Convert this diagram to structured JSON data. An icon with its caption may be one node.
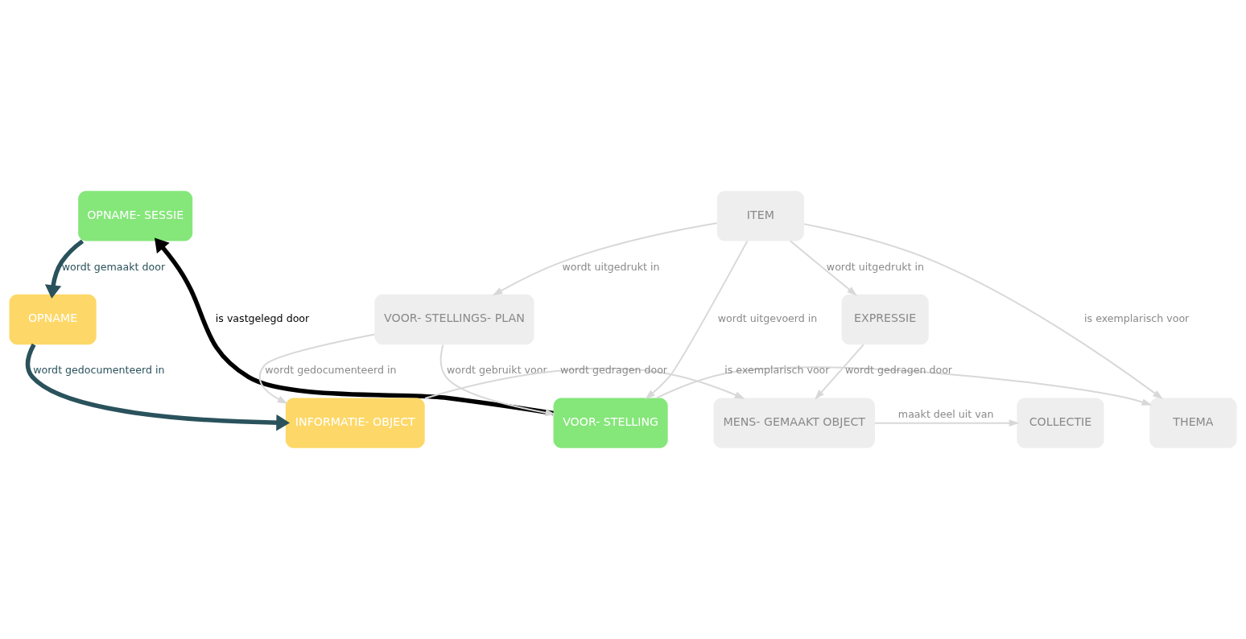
{
  "diagram": {
    "nodes": [
      {
        "text": [
          "OPNAME- SESSIE"
        ]
      },
      {
        "text": [
          "VOOR- STELLING"
        ]
      },
      {
        "text": [
          "THEMA"
        ]
      },
      {
        "text": [
          "ITEM"
        ]
      },
      {
        "text": [
          "OPNAME"
        ]
      },
      {
        "text": [
          "VOOR- STELLINGS- PLAN"
        ]
      },
      {
        "text": [
          "EXPRESSIE"
        ]
      },
      {
        "text": [
          "INFORMATIE- OBJECT"
        ]
      },
      {
        "text": [
          "MENS- GEMAAKT OBJECT"
        ]
      },
      {
        "text": [
          "COLLECTIE"
        ]
      }
    ],
    "edges": [
      {
        "from": 1,
        "to": 0,
        "arrow": "to",
        "label": "is vastgelegd door",
        "style": "thick",
        "color": "#000000"
      },
      {
        "from": 1,
        "to": 2,
        "arrow": "to",
        "label": "is exemplarisch voor"
      },
      {
        "from": 3,
        "to": 1,
        "arrow": "to",
        "label": "wordt uitgevoerd in"
      },
      {
        "from": 3,
        "to": 2,
        "arrow": "to",
        "label": "is exemplarisch voor"
      },
      {
        "from": 0,
        "to": 4,
        "arrow": "to",
        "label": "wordt gemaakt door",
        "style": "thick",
        "color": "#2a525c"
      },
      {
        "from": 5,
        "to": 1,
        "arrow": "to",
        "label": "wordt gebruikt voor"
      },
      {
        "from": 3,
        "to": 5,
        "arrow": "to",
        "label": "wordt uitgedrukt in"
      },
      {
        "from": 3,
        "to": 6,
        "arrow": "to",
        "label": "wordt uitgedrukt in"
      },
      {
        "from": 5,
        "to": 7,
        "arrow": "to",
        "label": "wordt gedocumenteerd in"
      },
      {
        "from": 6,
        "to": 8,
        "arrow": "to",
        "label": "wordt gedragen door"
      },
      {
        "from": 4,
        "to": 7,
        "arrow": "to",
        "label": "wordt gedocumenteerd in",
        "style": "thick",
        "color": "#2a525c"
      },
      {
        "from": 7,
        "to": 8,
        "arrow": "to",
        "label": "wordt gedragen door"
      },
      {
        "from": 8,
        "to": 9,
        "arrow": "to",
        "label": "maakt deel uit van"
      }
    ]
  }
}
